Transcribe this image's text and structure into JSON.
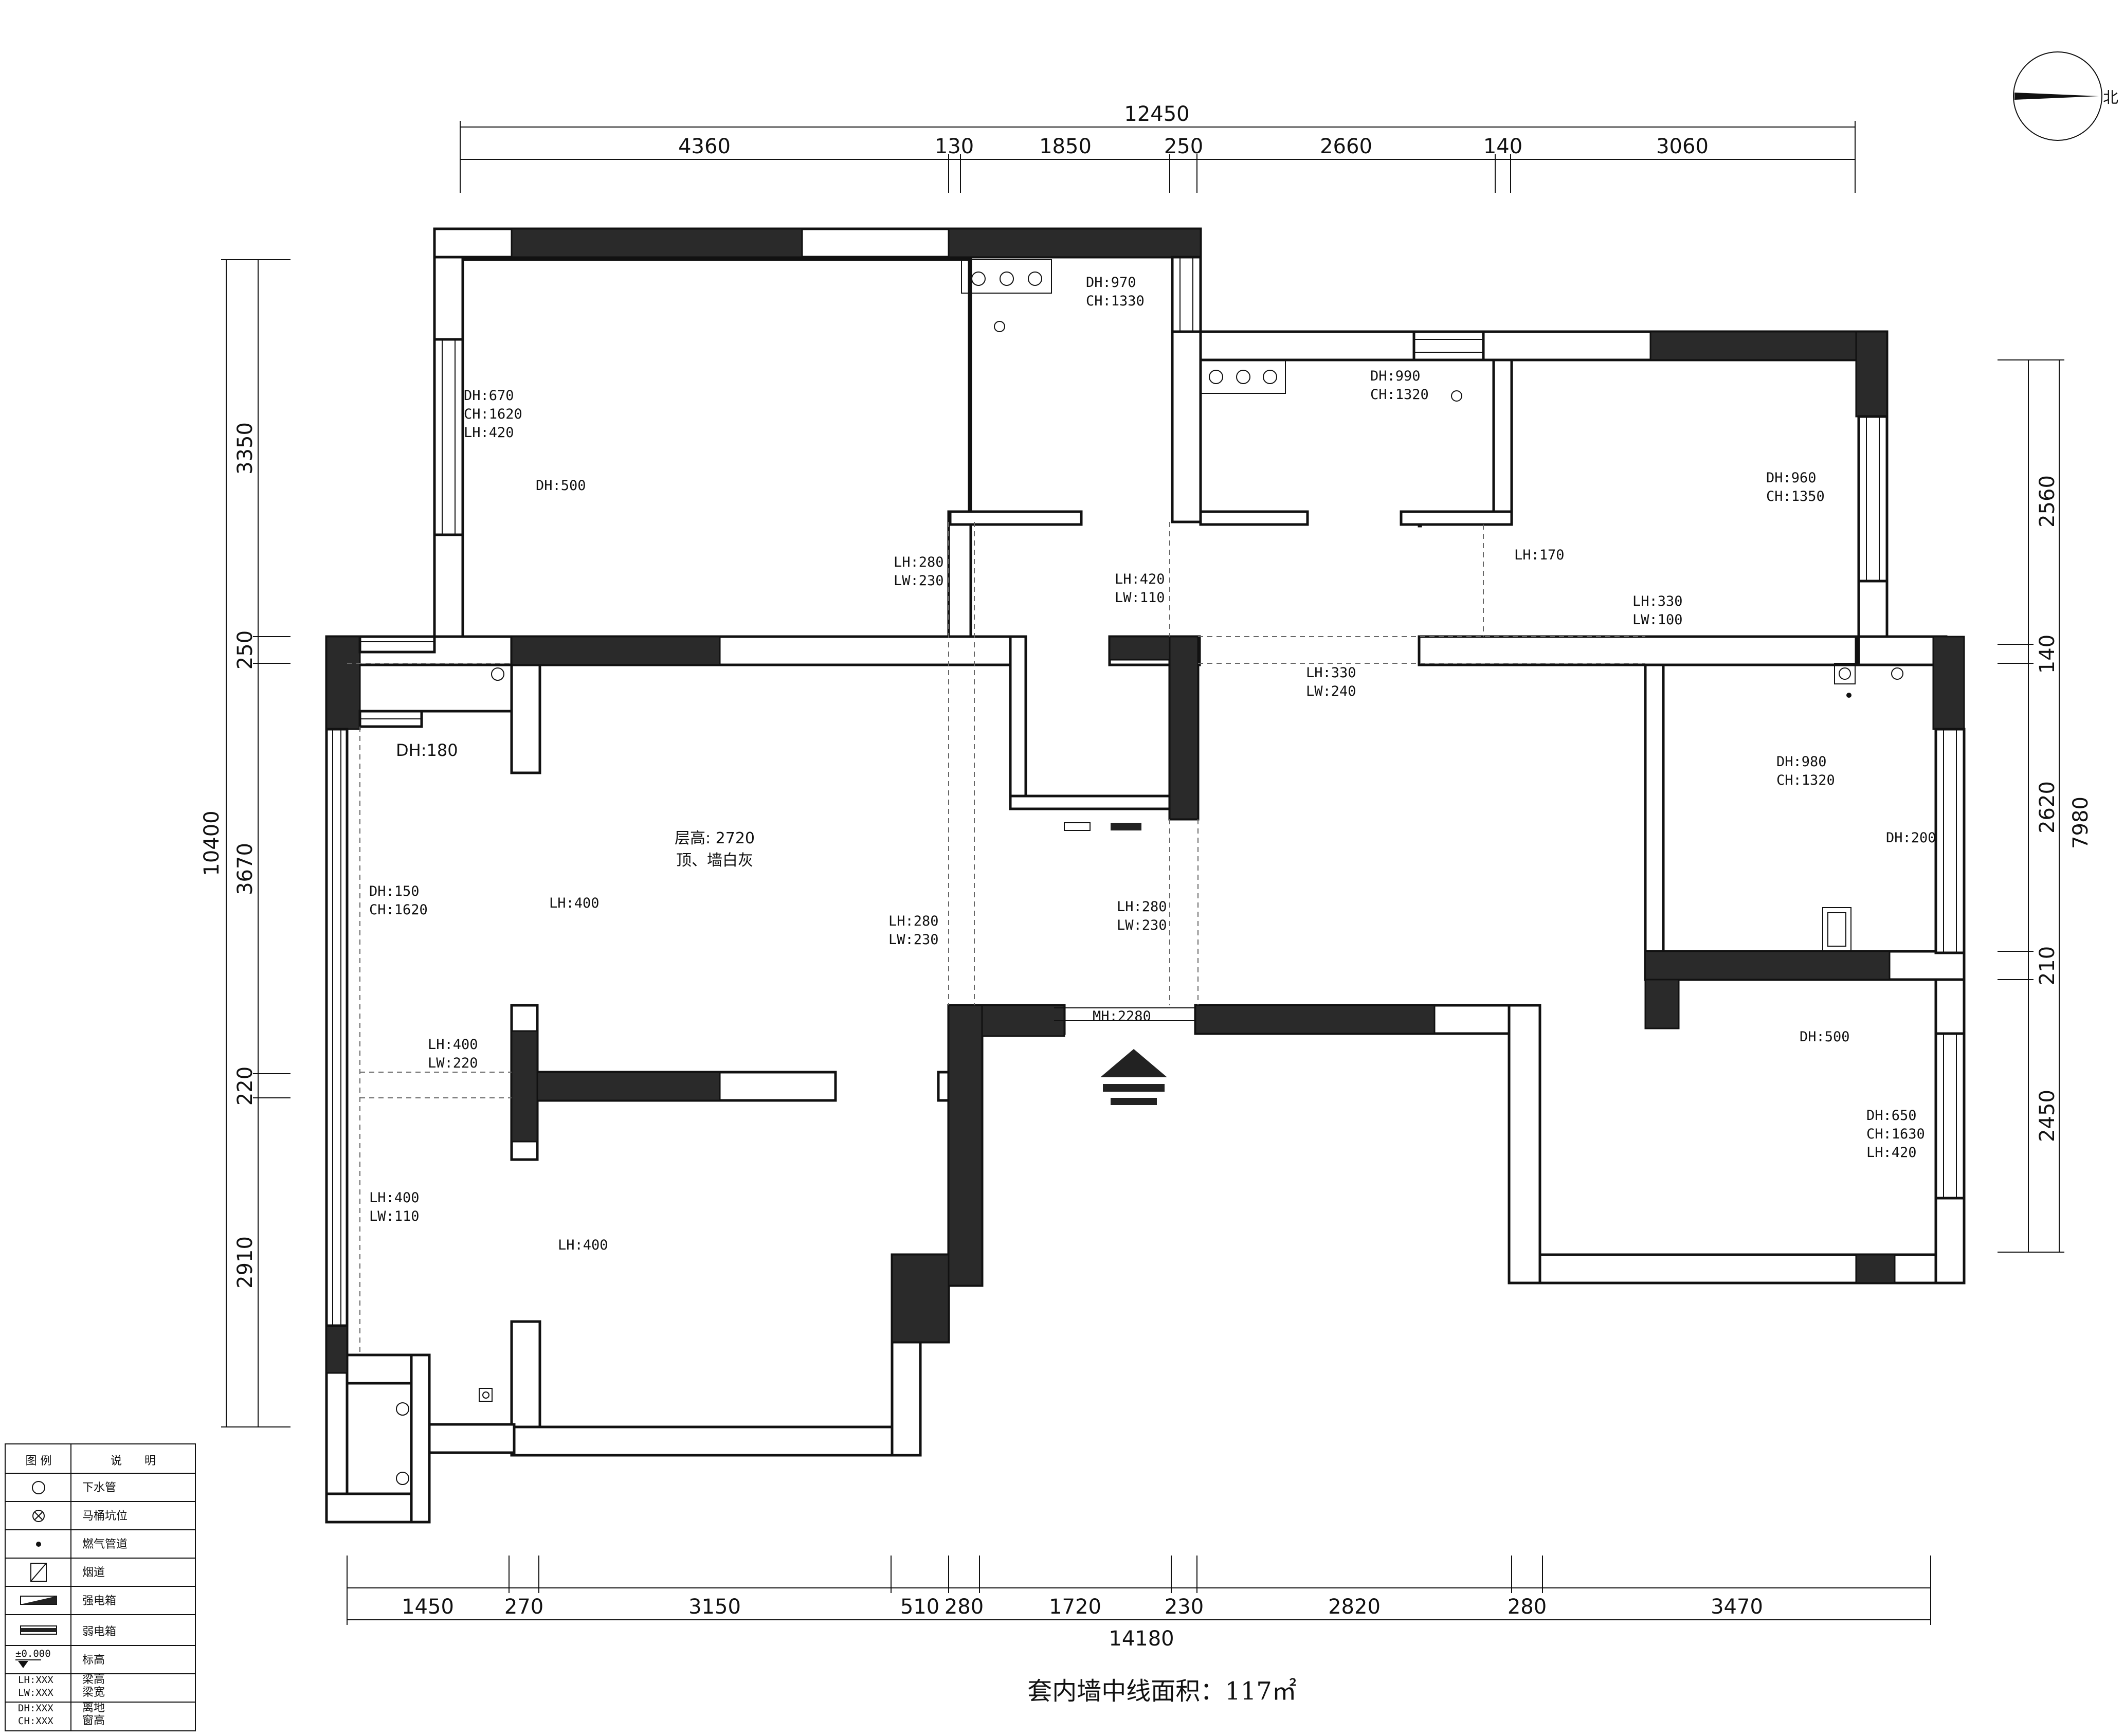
{
  "plan": {
    "caption": "套内墙中线面积：117㎡",
    "north_label": "北",
    "top_total": "12450",
    "top_segments": [
      "4360",
      "130",
      "1850",
      "250",
      "2660",
      "140",
      "3060"
    ],
    "bottom_total": "14180",
    "bottom_segments": [
      "1450",
      "270",
      "3150",
      "510",
      "280",
      "1720",
      "230",
      "2820",
      "280",
      "3470"
    ],
    "left_total": "10400",
    "left_segments": [
      "3350",
      "250",
      "3670",
      "220",
      "2910"
    ],
    "right_total": "7980",
    "right_segments": [
      "2560",
      "140",
      "2620",
      "210",
      "2450"
    ],
    "room_label_height": "层高: 2720",
    "room_label_finish": "顶、墙白灰",
    "notes": {
      "n1": [
        "DH:670",
        "CH:1620",
        "LH:420"
      ],
      "n2": [
        "DH:500"
      ],
      "n3": [
        "DH:970",
        "CH:1330"
      ],
      "n4": [
        "DH:990",
        "CH:1320"
      ],
      "n5": [
        "DH:960",
        "CH:1350"
      ],
      "n6": [
        "LH:280",
        "LW:230"
      ],
      "n7": [
        "LH:420",
        "LW:110"
      ],
      "n8": [
        "LH:170"
      ],
      "n9": [
        "LH:330",
        "LW:100"
      ],
      "n10": [
        "LH:330",
        "LW:240"
      ],
      "n11": [
        "DH:180"
      ],
      "n12": [
        "DH:150",
        "CH:1620"
      ],
      "n13": [
        "LH:400"
      ],
      "n14": [
        "LH:280",
        "LW:230"
      ],
      "n15": [
        "LH:280",
        "LW:230"
      ],
      "n16": [
        "DH:980",
        "CH:1320"
      ],
      "n17": [
        "DH:200"
      ],
      "n18": [
        "LH:400",
        "LW:220"
      ],
      "n19": [
        "MH:2280"
      ],
      "n20": [
        "DH:500"
      ],
      "n21": [
        "DH:650",
        "CH:1630",
        "LH:420"
      ],
      "n22": [
        "LH:400",
        "LW:110"
      ],
      "n23": [
        "LH:400"
      ]
    }
  },
  "legend": {
    "header_symbol": "图 例",
    "header_desc": "说　　明",
    "rows": [
      {
        "icon": "drain-pipe-icon",
        "label": "下水管"
      },
      {
        "icon": "toilet-pit-icon",
        "label": "马桶坑位"
      },
      {
        "icon": "gas-pipe-icon",
        "label": "燃气管道"
      },
      {
        "icon": "flue-icon",
        "label": "烟道"
      },
      {
        "icon": "strong-electric-box-icon",
        "label": "强电箱"
      },
      {
        "icon": "weak-electric-box-icon",
        "label": "弱电箱"
      },
      {
        "icon": "elevation-mark-icon",
        "label": "标高",
        "symbol_text": "±0.000"
      }
    ],
    "abbreviations": [
      {
        "code": "LH:XXX",
        "label": "梁高"
      },
      {
        "code": "LW:XXX",
        "label": "梁宽"
      },
      {
        "code": "DH:XXX",
        "label": "离地"
      },
      {
        "code": "CH:XXX",
        "label": "窗高"
      }
    ]
  }
}
